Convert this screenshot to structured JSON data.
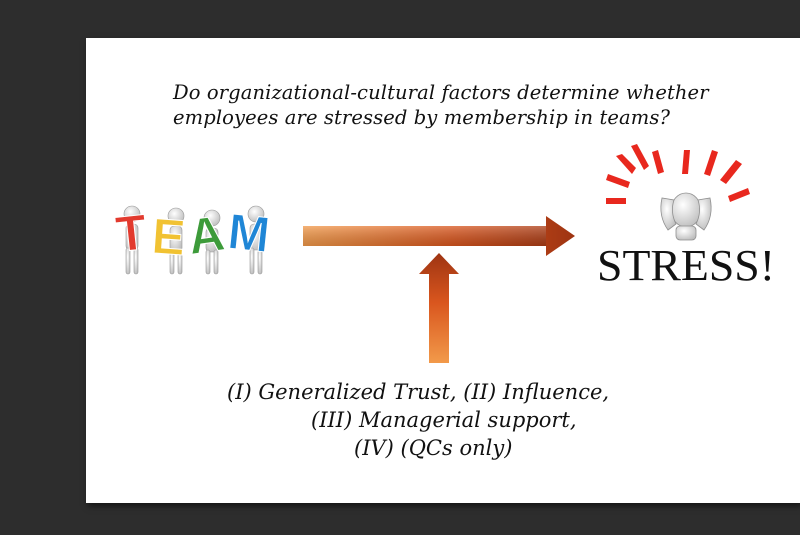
{
  "question": {
    "line1": "Do organizational-cultural factors determine whether",
    "line2": "employees are stressed by membership in teams?"
  },
  "team_image": {
    "letters": [
      "T",
      "E",
      "A",
      "M"
    ],
    "letter_colors": [
      "#e23a2e",
      "#f1c232",
      "#3d9b3a",
      "#1f86d6"
    ]
  },
  "stress_image": {
    "text": "STRESS!",
    "arrow_color": "#e8281e"
  },
  "arrows": {
    "color_light": "#f08a3a",
    "color_dark": "#a83a12"
  },
  "factors": {
    "line1": "(I)  Generalized Trust, (II) Influence,",
    "line2": "(III) Managerial support,",
    "line3": "(IV) (QCs only)"
  }
}
